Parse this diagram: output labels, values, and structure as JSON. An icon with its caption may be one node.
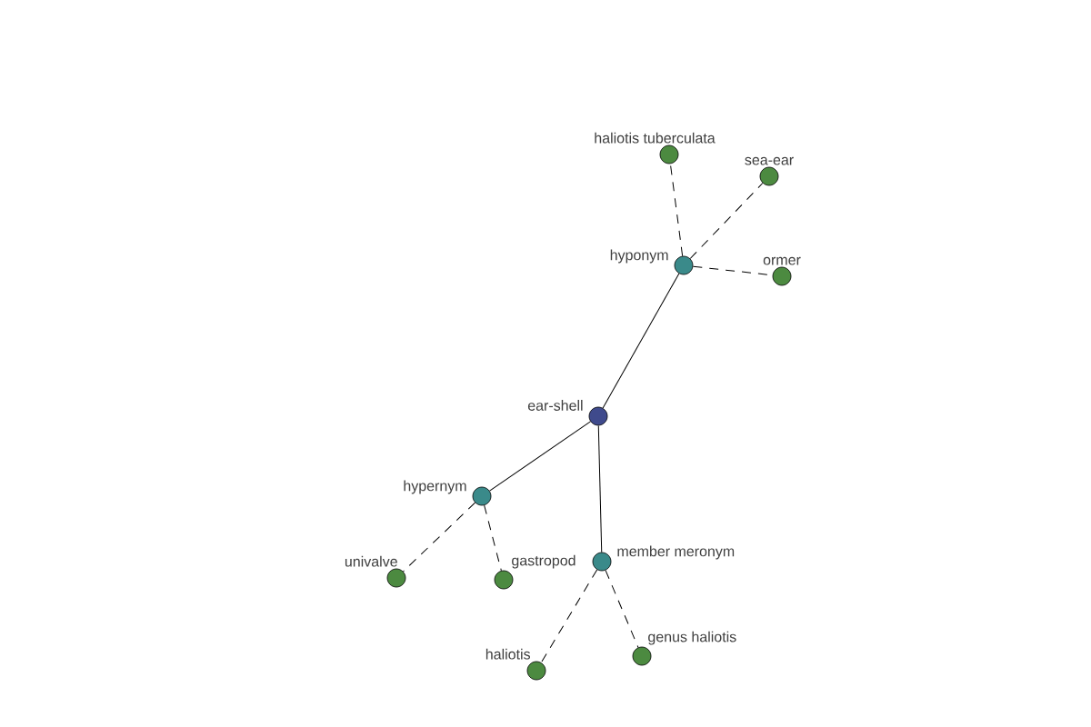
{
  "diagram": {
    "nodes": [
      {
        "text": [
          "ear-shell"
        ]
      },
      {
        "text": [
          "hyponym"
        ]
      },
      {
        "text": [
          "haliotis tuberculata"
        ]
      },
      {
        "text": [
          "sea-ear"
        ]
      },
      {
        "text": [
          "ormer"
        ]
      },
      {
        "text": [
          "hypernym"
        ]
      },
      {
        "text": [
          "univalve"
        ]
      },
      {
        "text": [
          "gastropod"
        ]
      },
      {
        "text": [
          "member meronym"
        ]
      },
      {
        "text": [
          "haliotis"
        ]
      },
      {
        "text": [
          "genus haliotis"
        ]
      }
    ],
    "edges": [
      {
        "from": 0,
        "to": 1,
        "arrow": "none"
      },
      {
        "from": 1,
        "to": 2,
        "arrow": "none",
        "style": "dashed"
      },
      {
        "from": 1,
        "to": 3,
        "arrow": "none",
        "style": "dashed"
      },
      {
        "from": 1,
        "to": 4,
        "arrow": "none",
        "style": "dashed"
      },
      {
        "from": 0,
        "to": 5,
        "arrow": "none"
      },
      {
        "from": 5,
        "to": 6,
        "arrow": "none",
        "style": "dashed"
      },
      {
        "from": 5,
        "to": 7,
        "arrow": "none",
        "style": "dashed"
      },
      {
        "from": 0,
        "to": 8,
        "arrow": "none"
      },
      {
        "from": 8,
        "to": 9,
        "arrow": "none",
        "style": "dashed"
      },
      {
        "from": 8,
        "to": 10,
        "arrow": "none",
        "style": "dashed"
      }
    ]
  }
}
